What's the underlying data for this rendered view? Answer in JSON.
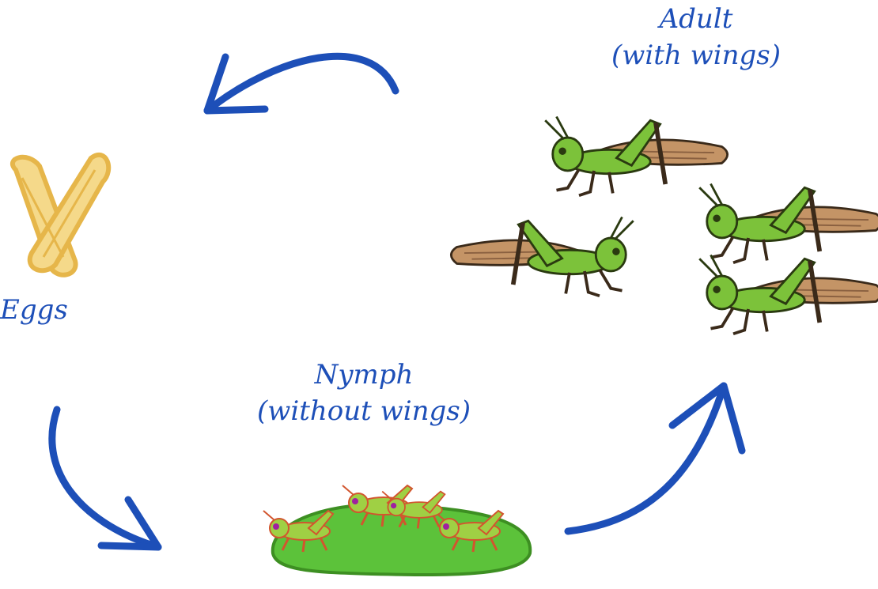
{
  "diagram": {
    "stages": {
      "eggs": {
        "label": "Eggs"
      },
      "nymph": {
        "label": "Nymph",
        "sublabel": "(without wings)"
      },
      "adult": {
        "label": "Adult",
        "sublabel": "(with wings)"
      }
    },
    "colors": {
      "arrow": "#1d4fb8",
      "text": "#1d4fb8",
      "egg": "#e6b64a",
      "grass": "#5cc23a",
      "grasshopper_body": "#7cc23a",
      "grasshopper_wing": "#c49466"
    }
  }
}
